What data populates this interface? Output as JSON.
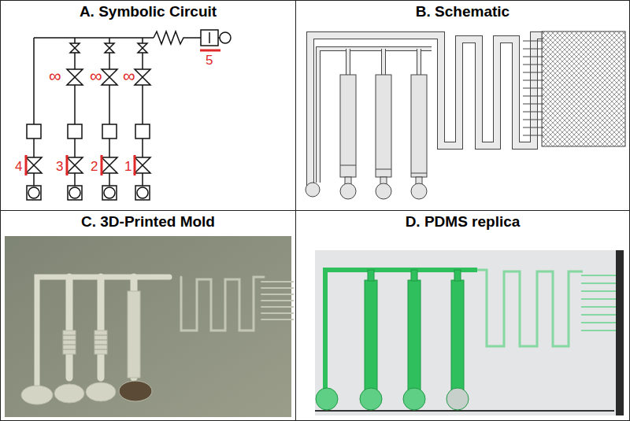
{
  "diagram": {
    "nodes": [
      {
        "text": [
          "A. Symbolic Circuit"
        ]
      },
      {
        "text": [
          "B. Schematic"
        ]
      },
      {
        "text": [
          "C. 3D-Printed Mold"
        ]
      },
      {
        "text": [
          "D. PDMS replica"
        ]
      }
    ],
    "labels": [
      "∞",
      "∞",
      "∞",
      "5",
      "4",
      "3",
      "2",
      "1"
    ]
  }
}
